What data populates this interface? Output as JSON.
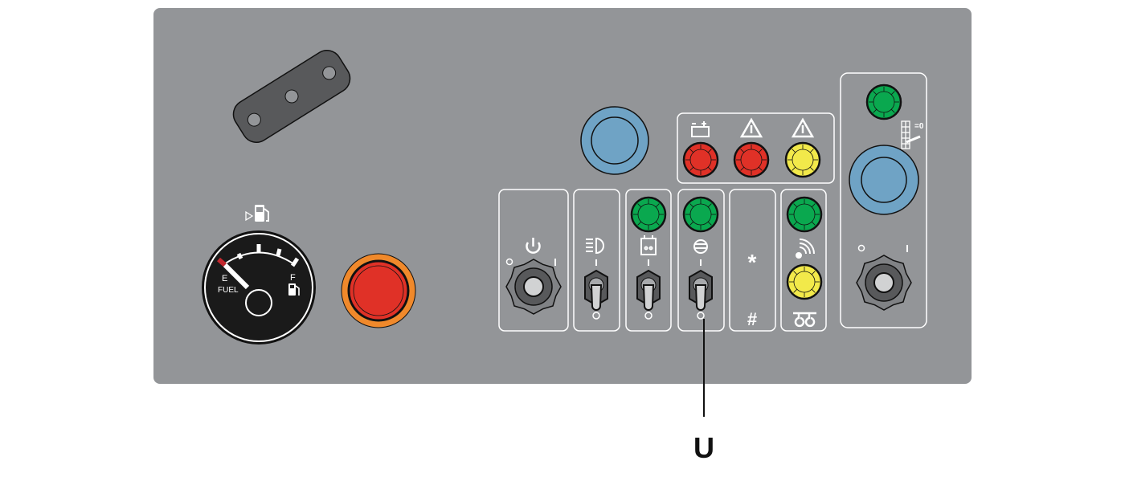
{
  "colors": {
    "panel": "#939598",
    "plate": "#58595b",
    "red": "#e03127",
    "orange": "#f0892b",
    "green": "#0aa84f",
    "yellow": "#f2e94a",
    "blue": "#6fa3c5",
    "knob_dark": "#58595b",
    "knob_light": "#d1d2d3"
  },
  "fuel_gauge": {
    "empty_label": "E",
    "full_label": "F",
    "name_label": "FUEL",
    "level": 0
  },
  "switch_positions": {
    "off": "O",
    "on": "I"
  },
  "symbols": {
    "asterisk": "*",
    "hash": "#",
    "zero_label": "=0"
  },
  "callout": {
    "label": "U"
  },
  "warning_lights": [
    {
      "icon": "battery-icon",
      "color": "red"
    },
    {
      "icon": "warning-triangle-icon",
      "color": "red"
    },
    {
      "icon": "warning-triangle-icon",
      "color": "yellow"
    }
  ]
}
